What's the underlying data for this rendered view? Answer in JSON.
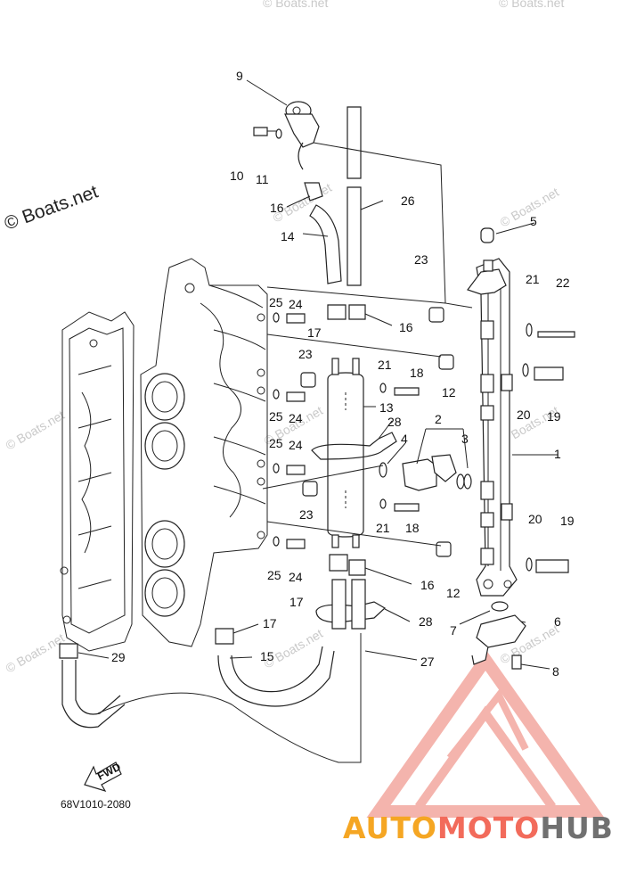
{
  "copyright": "© Boats.net",
  "watermark": "© Boats.net",
  "part_code": "68V1010-2080",
  "fwd_label": "FWD",
  "brand": {
    "part1": "AUTO",
    "part2": "MOTO",
    "part3": "HUB",
    "color1": "#f5a623",
    "color2": "#f26b5b",
    "color3": "#707070"
  },
  "callouts": {
    "c1": "1",
    "c2": "2",
    "c3": "3",
    "c4": "4",
    "c5": "5",
    "c6": "6",
    "c7": "7",
    "c8": "8",
    "c9": "9",
    "c10": "10",
    "c11": "11",
    "c12a": "12",
    "c12b": "12",
    "c13": "13",
    "c14": "14",
    "c15": "15",
    "c16a": "16",
    "c16b": "16",
    "c16c": "16",
    "c17a": "17",
    "c17b": "17",
    "c17c": "17",
    "c18a": "18",
    "c18b": "18",
    "c19a": "19",
    "c19b": "19",
    "c20a": "20",
    "c20b": "20",
    "c21a": "21",
    "c21b": "21",
    "c21c": "21",
    "c22": "22",
    "c23a": "23",
    "c23b": "23",
    "c23c": "23",
    "c24a": "24",
    "c24b": "24",
    "c24c": "24",
    "c24d": "24",
    "c25a": "25",
    "c25b": "25",
    "c25c": "25",
    "c25d": "25",
    "c26": "26",
    "c27": "27",
    "c28a": "28",
    "c28b": "28",
    "c29": "29"
  }
}
